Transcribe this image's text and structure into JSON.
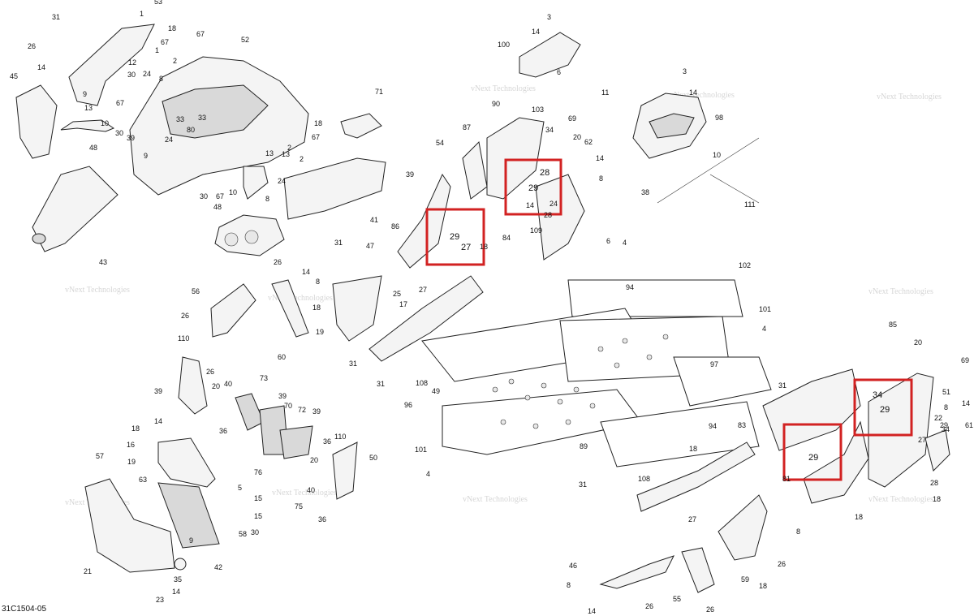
{
  "figure_code": "31C1504-05",
  "watermark": "vNext Technologies",
  "highlight_color": "#d22222",
  "callouts": [
    "53",
    "31",
    "26",
    "14",
    "45",
    "18",
    "67",
    "52",
    "67",
    "2",
    "30",
    "24",
    "1",
    "12",
    "9",
    "8",
    "67",
    "13",
    "10",
    "30",
    "33",
    "80",
    "39",
    "24",
    "48",
    "9",
    "33",
    "2",
    "43",
    "30",
    "67",
    "10",
    "48",
    "13",
    "24",
    "8",
    "13",
    "1",
    "3",
    "14",
    "100",
    "6",
    "103",
    "11",
    "71",
    "90",
    "87",
    "34",
    "69",
    "20",
    "62",
    "14",
    "8",
    "98",
    "3",
    "14",
    "10",
    "38",
    "111",
    "18",
    "67",
    "2",
    "39",
    "41",
    "31",
    "54",
    "86",
    "27",
    "18",
    "84",
    "14",
    "24",
    "109",
    "28",
    "6",
    "4",
    "94",
    "102",
    "101",
    "4",
    "97",
    "26",
    "14",
    "8",
    "56",
    "26",
    "60",
    "47",
    "25",
    "19",
    "17",
    "18",
    "31",
    "31",
    "108",
    "49",
    "110",
    "26",
    "20",
    "40",
    "36",
    "39",
    "73",
    "39",
    "70",
    "72",
    "39",
    "36",
    "110",
    "20",
    "50",
    "18",
    "14",
    "16",
    "19",
    "63",
    "57",
    "15",
    "76",
    "40",
    "5",
    "15",
    "58",
    "30",
    "75",
    "36",
    "9",
    "42",
    "21",
    "35",
    "14",
    "23",
    "96",
    "101",
    "4",
    "89",
    "31",
    "108",
    "31",
    "83",
    "94",
    "18",
    "81",
    "27",
    "18",
    "85",
    "20",
    "69",
    "51",
    "8",
    "14",
    "61",
    "28",
    "18",
    "22",
    "34",
    "29",
    "27",
    "8",
    "46",
    "8",
    "14",
    "26",
    "55",
    "26",
    "59",
    "18",
    "26",
    "25"
  ],
  "highlights": [
    {
      "labels": [
        "29",
        "27"
      ]
    },
    {
      "labels": [
        "28",
        "29"
      ]
    },
    {
      "labels": [
        "29"
      ]
    },
    {
      "labels": [
        "34",
        "29"
      ]
    }
  ]
}
